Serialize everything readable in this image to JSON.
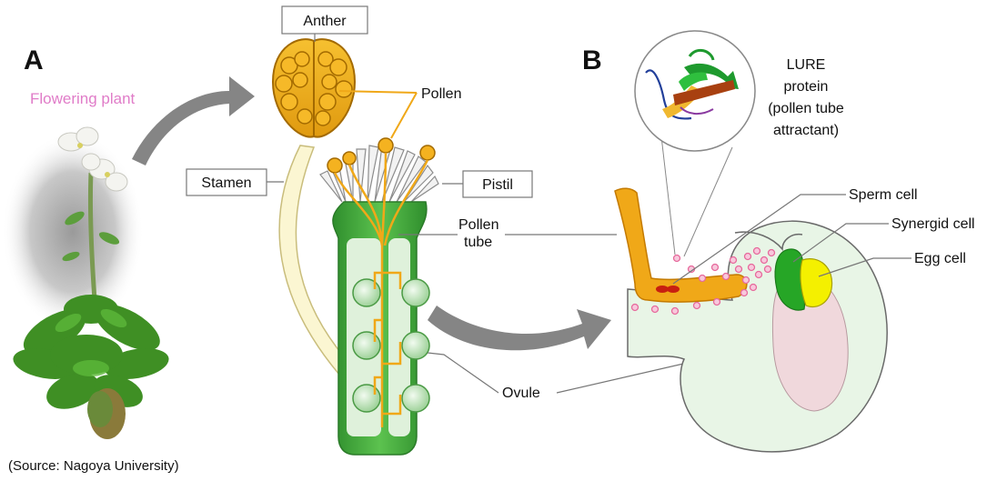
{
  "panel_a_letter": "A",
  "panel_b_letter": "B",
  "labels": {
    "flowering_plant": "Flowering plant",
    "anther": "Anther",
    "pollen": "Pollen",
    "stamen": "Stamen",
    "pistil": "Pistil",
    "pollen_tube_line1": "Pollen",
    "pollen_tube_line2": "tube",
    "ovule": "Ovule",
    "sperm_cell": "Sperm cell",
    "synergid_cell": "Synergid cell",
    "egg_cell": "Egg cell",
    "lure_line1": "LURE",
    "lure_line2": "protein",
    "lure_line3": "(pollen tube",
    "lure_line4": "attractant)"
  },
  "source": "(Source: Nagoya University)",
  "colors": {
    "flowering_plant_label": "#e07cc8",
    "pollen_orange": "#f0a818",
    "pistil_green": "#3fa83a",
    "ovule_fill": "#e8f5e6",
    "synergid_green": "#26a626",
    "egg_yellow": "#f4f000",
    "lure_dot": "#e66a9c",
    "arrow_gray": "#808080"
  }
}
